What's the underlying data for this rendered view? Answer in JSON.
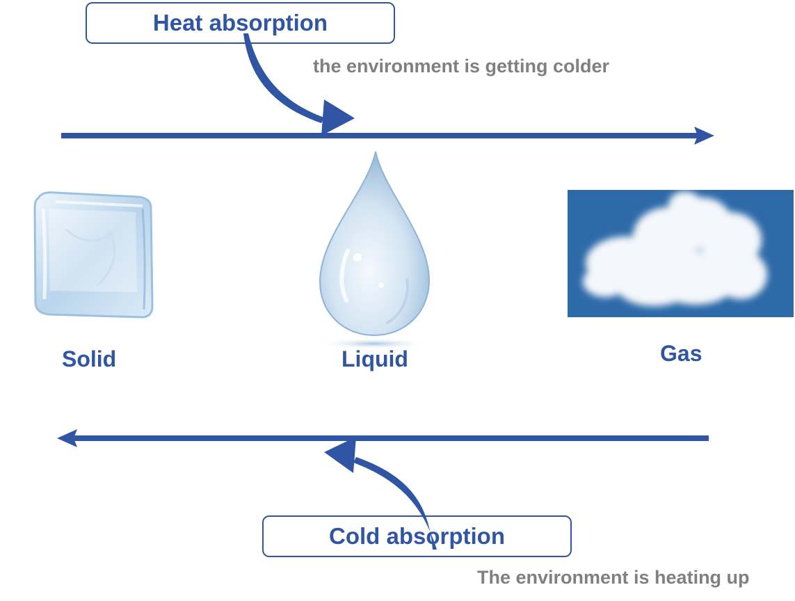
{
  "boxes": {
    "heat_absorption": "Heat absorption",
    "cold_absorption": "Cold absorption"
  },
  "notes": {
    "colder": "the environment is getting colder",
    "heating": "The environment is heating up"
  },
  "states": [
    {
      "label": "Solid",
      "icon": "ice-cube-icon"
    },
    {
      "label": "Liquid",
      "icon": "water-drop-icon"
    },
    {
      "label": "Gas",
      "icon": "cloud-icon"
    }
  ],
  "colors": {
    "accent": "#2f55a4",
    "note_text": "#808080",
    "sky": "#2e6aa8"
  }
}
